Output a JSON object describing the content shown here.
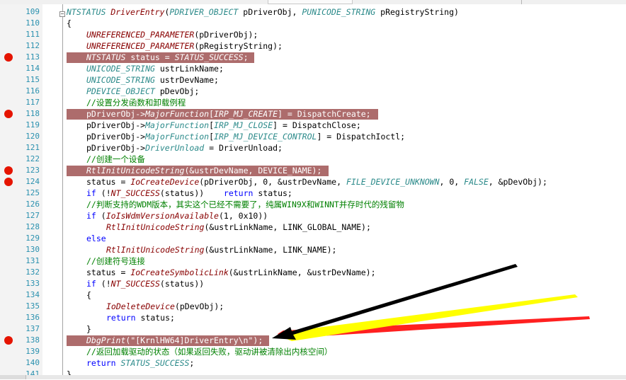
{
  "editor": {
    "lines": [
      {
        "num": "109",
        "bp": false,
        "hl": false,
        "indent": 0,
        "tokens": [
          {
            "t": "NTSTATUS ",
            "c": "ty"
          },
          {
            "t": "DriverEntry",
            "c": "fn"
          },
          {
            "t": "(",
            "c": "plain"
          },
          {
            "t": "PDRIVER_OBJECT",
            "c": "ty"
          },
          {
            "t": " pDriverObj, ",
            "c": "plain"
          },
          {
            "t": "PUNICODE_STRING",
            "c": "ty"
          },
          {
            "t": " pRegistryString)",
            "c": "plain"
          }
        ]
      },
      {
        "num": "110",
        "bp": false,
        "hl": false,
        "indent": 0,
        "tokens": [
          {
            "t": "{",
            "c": "plain"
          }
        ]
      },
      {
        "num": "111",
        "bp": false,
        "hl": false,
        "indent": 1,
        "tokens": [
          {
            "t": "UNREFERENCED_PARAMETER",
            "c": "mf"
          },
          {
            "t": "(pDriverObj);",
            "c": "plain"
          }
        ]
      },
      {
        "num": "112",
        "bp": false,
        "hl": false,
        "indent": 1,
        "tokens": [
          {
            "t": "UNREFERENCED_PARAMETER",
            "c": "mf"
          },
          {
            "t": "(pRegistryString);",
            "c": "plain"
          }
        ]
      },
      {
        "num": "113",
        "bp": true,
        "hl": true,
        "indent": 1,
        "tokens": [
          {
            "t": "NTSTATUS",
            "c": "ty"
          },
          {
            "t": " status = ",
            "c": "plain"
          },
          {
            "t": "STATUS_SUCCESS",
            "c": "ty"
          },
          {
            "t": ";",
            "c": "plain"
          }
        ]
      },
      {
        "num": "114",
        "bp": false,
        "hl": false,
        "indent": 1,
        "tokens": [
          {
            "t": "UNICODE_STRING",
            "c": "ty"
          },
          {
            "t": " ustrLinkName;",
            "c": "plain"
          }
        ]
      },
      {
        "num": "115",
        "bp": false,
        "hl": false,
        "indent": 1,
        "tokens": [
          {
            "t": "UNICODE_STRING",
            "c": "ty"
          },
          {
            "t": " ustrDevName;",
            "c": "plain"
          }
        ]
      },
      {
        "num": "116",
        "bp": false,
        "hl": false,
        "indent": 1,
        "tokens": [
          {
            "t": "PDEVICE_OBJECT",
            "c": "ty"
          },
          {
            "t": " pDevObj;",
            "c": "plain"
          }
        ]
      },
      {
        "num": "117",
        "bp": false,
        "hl": false,
        "indent": 1,
        "tokens": [
          {
            "t": "//设置分发函数和卸载例程",
            "c": "cm"
          }
        ]
      },
      {
        "num": "118",
        "bp": true,
        "hl": true,
        "indent": 1,
        "tokens": [
          {
            "t": "pDriverObj->",
            "c": "plain"
          },
          {
            "t": "MajorFunction",
            "c": "ty"
          },
          {
            "t": "[",
            "c": "plain"
          },
          {
            "t": "IRP_MJ_CREATE",
            "c": "ty"
          },
          {
            "t": "] = DispatchCreate;",
            "c": "plain"
          }
        ]
      },
      {
        "num": "119",
        "bp": false,
        "hl": false,
        "indent": 1,
        "tokens": [
          {
            "t": "pDriverObj->",
            "c": "plain"
          },
          {
            "t": "MajorFunction",
            "c": "ty"
          },
          {
            "t": "[",
            "c": "plain"
          },
          {
            "t": "IRP_MJ_CLOSE",
            "c": "ty"
          },
          {
            "t": "] = DispatchClose;",
            "c": "plain"
          }
        ]
      },
      {
        "num": "120",
        "bp": false,
        "hl": false,
        "indent": 1,
        "tokens": [
          {
            "t": "pDriverObj->",
            "c": "plain"
          },
          {
            "t": "MajorFunction",
            "c": "ty"
          },
          {
            "t": "[",
            "c": "plain"
          },
          {
            "t": "IRP_MJ_DEVICE_CONTROL",
            "c": "ty"
          },
          {
            "t": "] = DispatchIoctl;",
            "c": "plain"
          }
        ]
      },
      {
        "num": "121",
        "bp": false,
        "hl": false,
        "indent": 1,
        "tokens": [
          {
            "t": "pDriverObj->",
            "c": "plain"
          },
          {
            "t": "DriverUnload",
            "c": "ty"
          },
          {
            "t": " = DriverUnload;",
            "c": "plain"
          }
        ]
      },
      {
        "num": "122",
        "bp": false,
        "hl": false,
        "indent": 1,
        "tokens": [
          {
            "t": "//创建一个设备",
            "c": "cm"
          }
        ]
      },
      {
        "num": "123",
        "bp": true,
        "hl": true,
        "indent": 1,
        "tokens": [
          {
            "t": "RtlInitUnicodeString",
            "c": "fn"
          },
          {
            "t": "(&ustrDevName, DEVICE_NAME);",
            "c": "plain"
          }
        ]
      },
      {
        "num": "124",
        "bp": true,
        "hl": false,
        "indent": 1,
        "tokens": [
          {
            "t": "status = ",
            "c": "plain"
          },
          {
            "t": "IoCreateDevice",
            "c": "fn"
          },
          {
            "t": "(pDriverObj, 0, &ustrDevName, ",
            "c": "plain"
          },
          {
            "t": "FILE_DEVICE_UNKNOWN",
            "c": "ty"
          },
          {
            "t": ", 0, ",
            "c": "plain"
          },
          {
            "t": "FALSE",
            "c": "ty"
          },
          {
            "t": ", &pDevObj);",
            "c": "plain"
          }
        ]
      },
      {
        "num": "125",
        "bp": false,
        "hl": false,
        "indent": 1,
        "tokens": [
          {
            "t": "if",
            "c": "kw"
          },
          {
            "t": " (!",
            "c": "plain"
          },
          {
            "t": "NT_SUCCESS",
            "c": "fn"
          },
          {
            "t": "(status))    ",
            "c": "plain"
          },
          {
            "t": "return",
            "c": "kw"
          },
          {
            "t": " status;",
            "c": "plain"
          }
        ]
      },
      {
        "num": "126",
        "bp": false,
        "hl": false,
        "indent": 1,
        "tokens": [
          {
            "t": "//判断支持的WDM版本，其实这个已经不需要了，纯属WIN9X和WINNT并存时代的残留物",
            "c": "cm"
          }
        ]
      },
      {
        "num": "127",
        "bp": false,
        "hl": false,
        "indent": 1,
        "tokens": [
          {
            "t": "if",
            "c": "kw"
          },
          {
            "t": " (",
            "c": "plain"
          },
          {
            "t": "IoIsWdmVersionAvailable",
            "c": "fn"
          },
          {
            "t": "(1, 0x10))",
            "c": "plain"
          }
        ]
      },
      {
        "num": "128",
        "bp": false,
        "hl": false,
        "indent": 2,
        "tokens": [
          {
            "t": "RtlInitUnicodeString",
            "c": "fn"
          },
          {
            "t": "(&ustrLinkName, LINK_GLOBAL_NAME);",
            "c": "plain"
          }
        ]
      },
      {
        "num": "129",
        "bp": false,
        "hl": false,
        "indent": 1,
        "tokens": [
          {
            "t": "else",
            "c": "kw"
          }
        ]
      },
      {
        "num": "130",
        "bp": false,
        "hl": false,
        "indent": 2,
        "tokens": [
          {
            "t": "RtlInitUnicodeString",
            "c": "fn"
          },
          {
            "t": "(&ustrLinkName, LINK_NAME);",
            "c": "plain"
          }
        ]
      },
      {
        "num": "131",
        "bp": false,
        "hl": false,
        "indent": 1,
        "tokens": [
          {
            "t": "//创建符号连接",
            "c": "cm"
          }
        ]
      },
      {
        "num": "132",
        "bp": false,
        "hl": false,
        "indent": 1,
        "tokens": [
          {
            "t": "status = ",
            "c": "plain"
          },
          {
            "t": "IoCreateSymbolicLink",
            "c": "fn"
          },
          {
            "t": "(&ustrLinkName, &ustrDevName);",
            "c": "plain"
          }
        ]
      },
      {
        "num": "133",
        "bp": false,
        "hl": false,
        "indent": 1,
        "tokens": [
          {
            "t": "if",
            "c": "kw"
          },
          {
            "t": " (!",
            "c": "plain"
          },
          {
            "t": "NT_SUCCESS",
            "c": "fn"
          },
          {
            "t": "(status))",
            "c": "plain"
          }
        ]
      },
      {
        "num": "134",
        "bp": false,
        "hl": false,
        "indent": 1,
        "tokens": [
          {
            "t": "{",
            "c": "plain"
          }
        ]
      },
      {
        "num": "135",
        "bp": false,
        "hl": false,
        "indent": 2,
        "tokens": [
          {
            "t": "IoDeleteDevice",
            "c": "fn"
          },
          {
            "t": "(pDevObj);",
            "c": "plain"
          }
        ]
      },
      {
        "num": "136",
        "bp": false,
        "hl": false,
        "indent": 2,
        "tokens": [
          {
            "t": "return",
            "c": "kw"
          },
          {
            "t": " status;",
            "c": "plain"
          }
        ]
      },
      {
        "num": "137",
        "bp": false,
        "hl": false,
        "indent": 1,
        "tokens": [
          {
            "t": "}",
            "c": "plain"
          }
        ]
      },
      {
        "num": "138",
        "bp": true,
        "hl": true,
        "indent": 1,
        "tokens": [
          {
            "t": "DbgPrint",
            "c": "fn"
          },
          {
            "t": "(\"[KrnlHW64]DriverEntry\\n\");",
            "c": "plain"
          }
        ]
      },
      {
        "num": "139",
        "bp": false,
        "hl": false,
        "indent": 1,
        "tokens": [
          {
            "t": "//返回加载驱动的状态（如果返回失败，驱动讲被清除出内核空间）",
            "c": "cm"
          }
        ]
      },
      {
        "num": "140",
        "bp": false,
        "hl": false,
        "indent": 1,
        "tokens": [
          {
            "t": "return",
            "c": "kw"
          },
          {
            "t": " ",
            "c": "plain"
          },
          {
            "t": "STATUS_SUCCESS",
            "c": "ty"
          },
          {
            "t": ";",
            "c": "plain"
          }
        ]
      },
      {
        "num": "141",
        "bp": false,
        "hl": false,
        "indent": 0,
        "tokens": [
          {
            "t": "}",
            "c": "plain"
          }
        ]
      }
    ]
  },
  "colors": {
    "breakpoint": "#e51400",
    "highlight": "#ad6c6c",
    "line_number": "#2b91af",
    "keyword": "#0000ff",
    "type": "#2b8a8a",
    "function": "#880000",
    "comment": "#008000",
    "arrow_black": "#000000",
    "arrow_yellow": "#ffff00",
    "arrow_red": "#ff2020"
  },
  "icons": {
    "breakpoint": "breakpoint-icon",
    "fold": "collapse-icon",
    "arrow": "annotation-arrow-icon"
  }
}
